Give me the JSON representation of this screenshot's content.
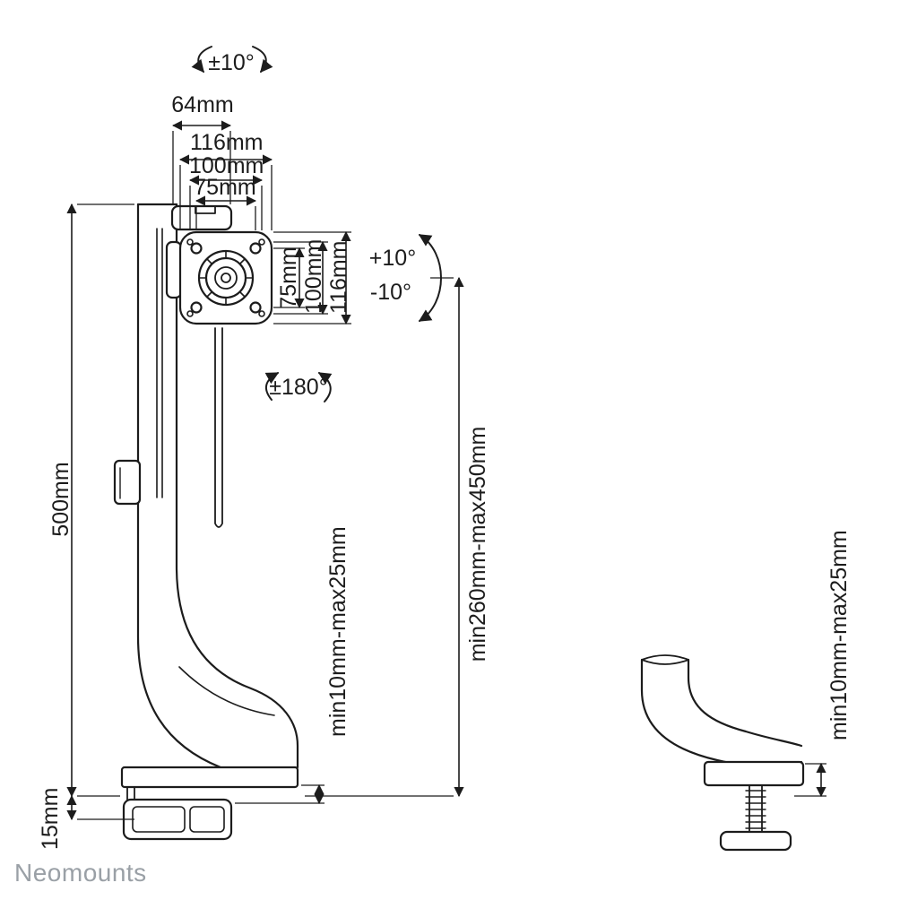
{
  "colors": {
    "line": "#1c1c1c",
    "logo": "#9aa0a6",
    "background": "#ffffff"
  },
  "brand": {
    "logo_text": "Neomounts"
  },
  "labels": {
    "rotation_top": "±10°",
    "width_column": "64mm",
    "width_116": "116mm",
    "width_100": "100mm",
    "width_75": "75mm",
    "height_75": "75mm",
    "height_100": "100mm",
    "height_116": "116mm",
    "tilt_up": "+10°",
    "tilt_down": "-10°",
    "rotation_mid": "±180°",
    "column_height": "500mm",
    "desk_thickness_clamp": "min10mm-max25mm",
    "height_range": "min260mm-max450mm",
    "base_height": "15mm",
    "desk_thickness_grommet": "min10mm-max25mm"
  }
}
